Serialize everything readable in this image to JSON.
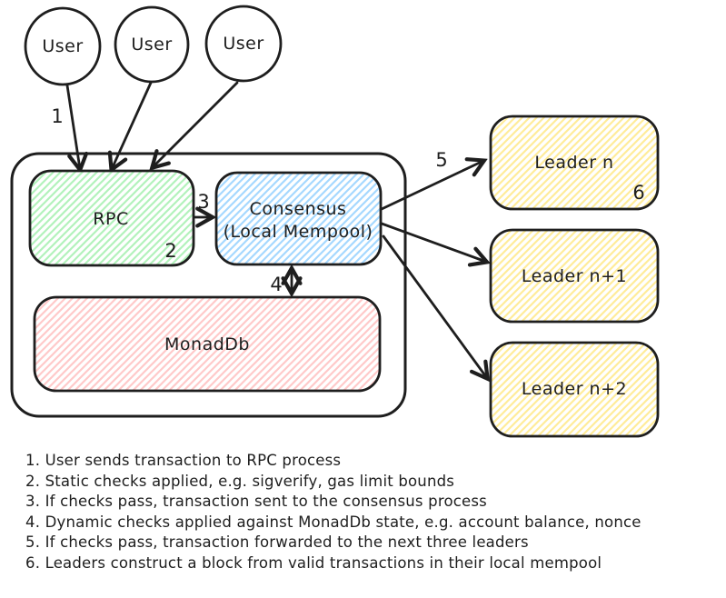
{
  "colors": {
    "stroke": "#1e1e1e",
    "hatch_green": "#b2f2bb",
    "hatch_blue": "#a5d8ff",
    "hatch_red": "#ffc9c9",
    "hatch_yellow": "#ffec99",
    "background": "#ffffff"
  },
  "users": [
    {
      "label": "User"
    },
    {
      "label": "User"
    },
    {
      "label": "User"
    }
  ],
  "nodes": {
    "rpc": {
      "label": "RPC"
    },
    "consensus": {
      "line1": "Consensus",
      "line2": "(Local Mempool)"
    },
    "monaddb": {
      "label": "MonadDb"
    },
    "leader_n": {
      "label": "Leader n"
    },
    "leader_n1": {
      "label": "Leader n+1"
    },
    "leader_n2": {
      "label": "Leader n+2"
    }
  },
  "step_markers": {
    "s1": "1",
    "s2": "2",
    "s3": "3",
    "s4": "4",
    "s5": "5",
    "s6": "6"
  },
  "steps": [
    "1. User sends transaction to RPC process",
    "2. Static checks applied, e.g. sigverify, gas limit bounds",
    "3. If checks pass, transaction sent to the consensus process",
    "4. Dynamic checks applied against MonadDb state, e.g. account balance, nonce",
    "5. If checks pass, transaction forwarded to the next three leaders",
    "6. Leaders construct a block from valid transactions in their local mempool"
  ]
}
